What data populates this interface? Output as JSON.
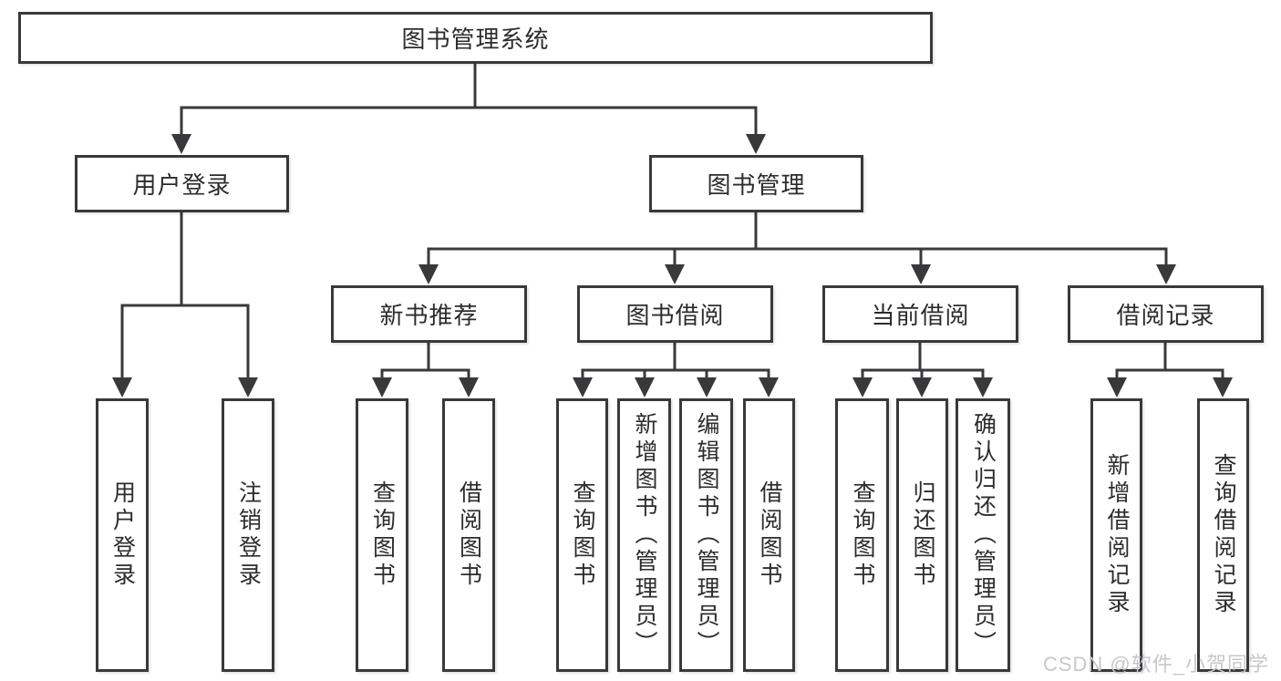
{
  "palette": {
    "line_color": "#39393b",
    "text_color": "#2c2c2e",
    "box_background": "#ffffff",
    "watermark_color": "#c7c8ca"
  },
  "diagram": {
    "root": {
      "label": "图书管理系统"
    },
    "level2": [
      {
        "label": "用户登录"
      },
      {
        "label": "图书管理"
      }
    ],
    "level3": [
      {
        "label": "新书推荐"
      },
      {
        "label": "图书借阅"
      },
      {
        "label": "当前借阅"
      },
      {
        "label": "借阅记录"
      }
    ],
    "leaves": {
      "user_login": [
        {
          "label": "用户登录"
        },
        {
          "label": "注销登录"
        }
      ],
      "new_book": [
        {
          "label": "查询图书"
        },
        {
          "label": "借阅图书"
        }
      ],
      "borrowing": [
        {
          "label": "查询图书"
        },
        {
          "label": "新增图书（管理员）"
        },
        {
          "label": "编辑图书（管理员）"
        },
        {
          "label": "借阅图书"
        }
      ],
      "current": [
        {
          "label": "查询图书"
        },
        {
          "label": "归还图书"
        },
        {
          "label": "确认归还（管理员）"
        }
      ],
      "records": [
        {
          "label": "新增借阅记录"
        },
        {
          "label": "查询借阅记录"
        }
      ]
    }
  },
  "watermark": {
    "text": "CSDN @软件_小贺同学"
  }
}
